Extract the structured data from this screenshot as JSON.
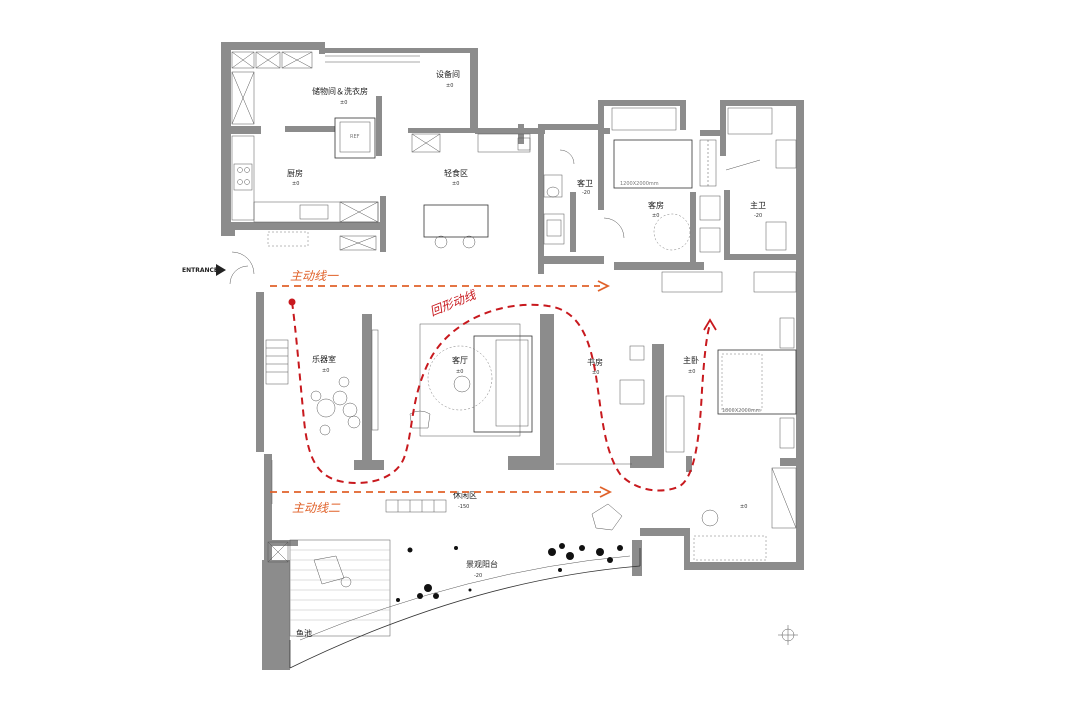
{
  "entrance": "ENTRANCE",
  "rooms": {
    "storage_laundry": {
      "name": "储物间＆洗衣房",
      "level": "±0"
    },
    "equipment": {
      "name": "设备间",
      "level": "±0"
    },
    "kitchen": {
      "name": "厨房",
      "level": "±0"
    },
    "light_dining": {
      "name": "轻食区",
      "level": "±0"
    },
    "guest_bath": {
      "name": "客卫",
      "level": "-20"
    },
    "guest_room": {
      "name": "客房",
      "level": "±0"
    },
    "master_bath": {
      "name": "主卫",
      "level": "-20"
    },
    "music_room": {
      "name": "乐器室",
      "level": "±0"
    },
    "living_room": {
      "name": "客厅",
      "level": "±0"
    },
    "study": {
      "name": "书房",
      "level": "±0"
    },
    "master_bedroom": {
      "name": "主卧",
      "level": "±0"
    },
    "leisure": {
      "name": "休闲区",
      "level": "-150"
    },
    "balcony": {
      "name": "景观阳台",
      "level": "-20"
    },
    "fish_pond": {
      "name": "鱼池"
    },
    "master_extra": {
      "level": "±0"
    }
  },
  "fixtures": {
    "fridge": "REF",
    "guest_bed_size": "1200X2000mm",
    "master_bed_size": "1800X2000mm"
  },
  "routes": {
    "main_line_1": "主动线一",
    "main_line_2": "主动线二",
    "loop_line": "回形动线"
  },
  "colors": {
    "wall": "#8c8c8c",
    "main_route": "#e0622a",
    "loop_route": "#c8191e"
  }
}
